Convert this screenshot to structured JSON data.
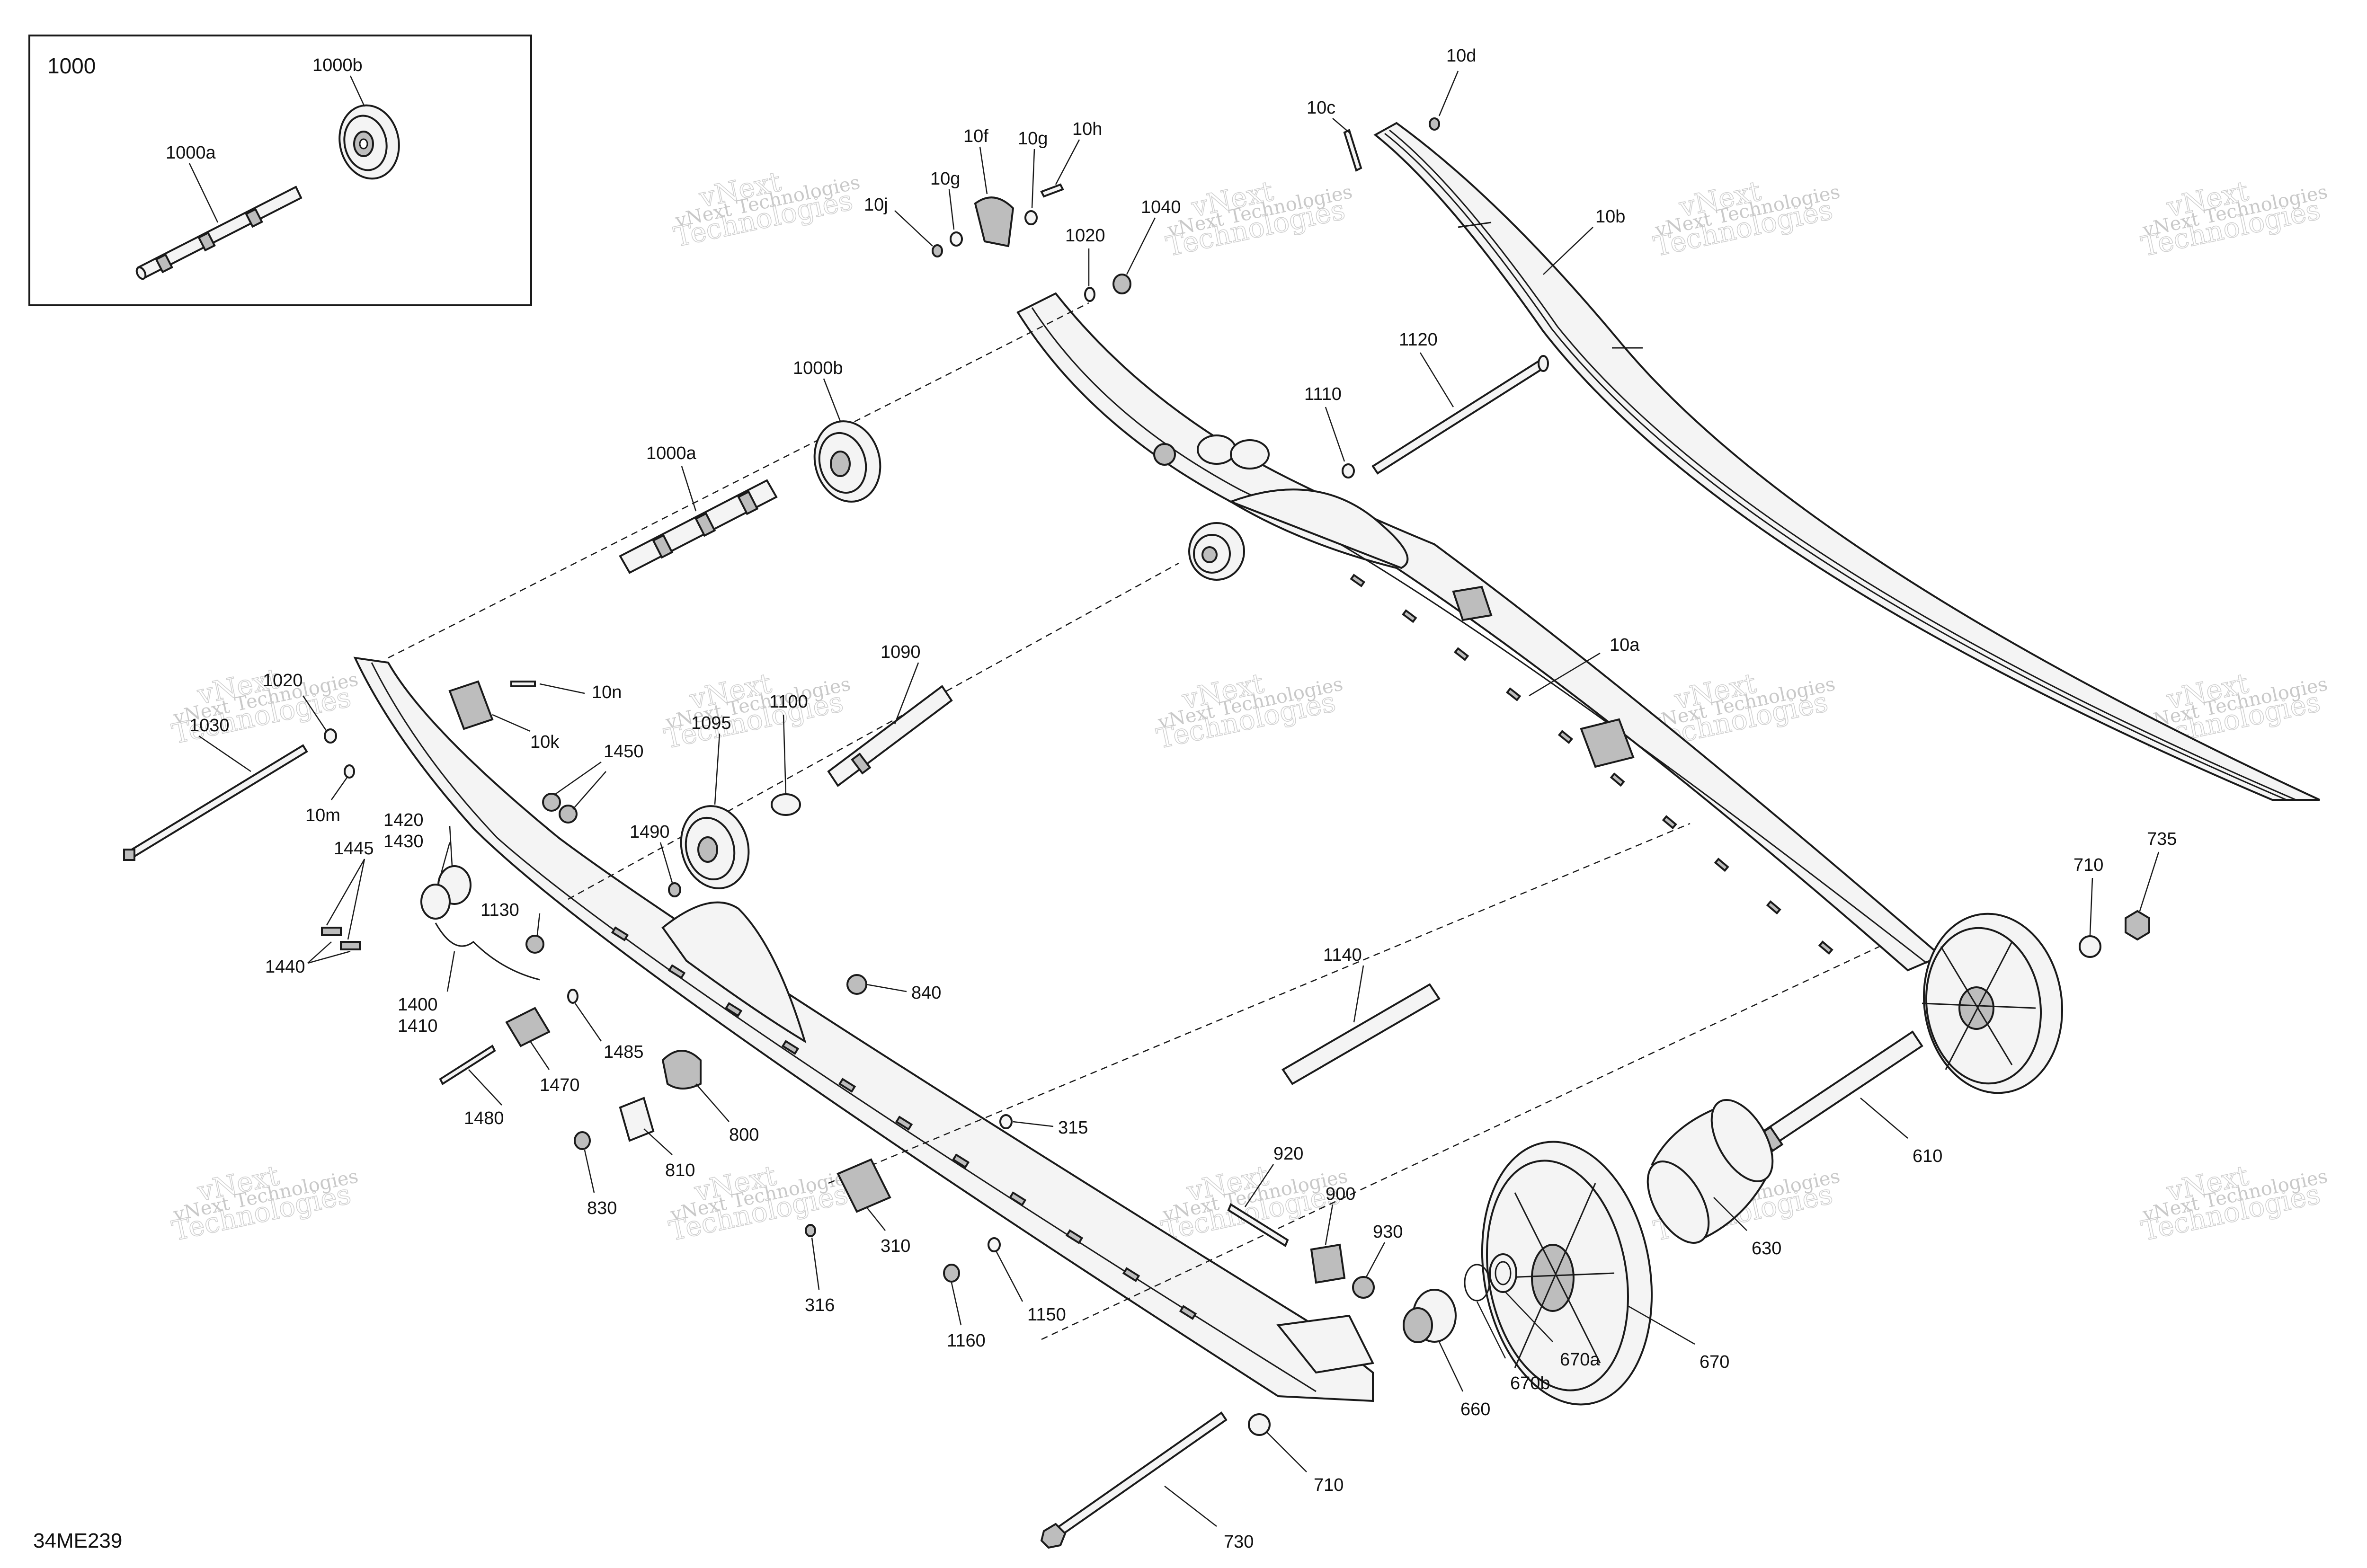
{
  "inset": {
    "title": "1000"
  },
  "diagram_code": "34ME239",
  "watermark": {
    "line1": "vNext Technologies",
    "line2": "vNext",
    "line3": "Technologies"
  },
  "callouts": {
    "c1000a_inset": "1000a",
    "c1000b_inset": "1000b",
    "c10d": "10d",
    "c10c": "10c",
    "c10b": "10b",
    "c10f": "10f",
    "c10g_top": "10g",
    "c10h": "10h",
    "c10g": "10g",
    "c10j": "10j",
    "c1040": "1040",
    "c1020_top": "1020",
    "c1120": "1120",
    "c1110": "1110",
    "c1000b": "1000b",
    "c1000a": "1000a",
    "c10a": "10a",
    "c1020": "1020",
    "c1030": "1030",
    "c10n": "10n",
    "c10k": "10k",
    "c1095": "1095",
    "c1100": "1100",
    "c1090": "1090",
    "c10m": "10m",
    "c1450": "1450",
    "c1420": "1420",
    "c1430": "1430",
    "c1445": "1445",
    "c1490": "1490",
    "c1130": "1130",
    "c1440": "1440",
    "c1400": "1400",
    "c1410": "1410",
    "c1485": "1485",
    "c1470": "1470",
    "c1480": "1480",
    "c840": "840",
    "c800": "800",
    "c810": "810",
    "c830": "830",
    "c1140": "1140",
    "c315": "315",
    "c310": "310",
    "c316": "316",
    "c1160": "1160",
    "c1150": "1150",
    "c920": "920",
    "c900": "900",
    "c930": "930",
    "c710_top": "710",
    "c735": "735",
    "c610": "610",
    "c630": "630",
    "c670": "670",
    "c670a": "670a",
    "c670b": "670b",
    "c660": "660",
    "c710": "710",
    "c730": "730"
  }
}
